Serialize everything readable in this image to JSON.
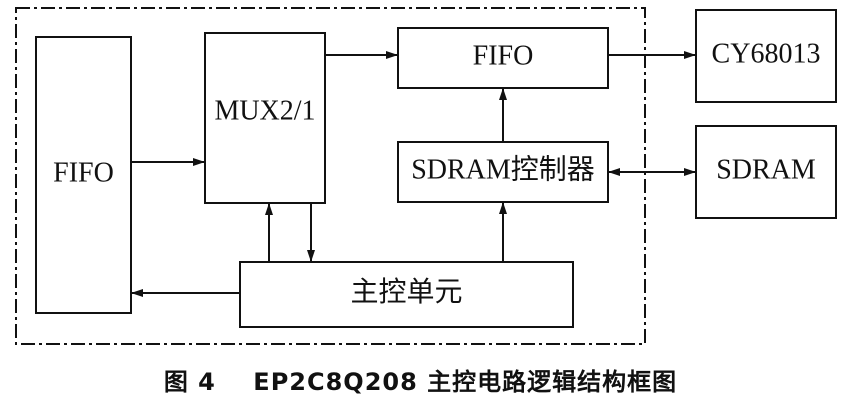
{
  "diagram": {
    "blocks": {
      "fifo_left": "FIFO",
      "mux": "MUX2/1",
      "fifo_top": "FIFO",
      "sdram_ctrl": "SDRAM控制器",
      "main_ctrl": "主控单元",
      "cy68013": "CY68013",
      "sdram": "SDRAM"
    }
  },
  "caption": "图 4    EP2C8Q208 主控电路逻辑结构框图"
}
